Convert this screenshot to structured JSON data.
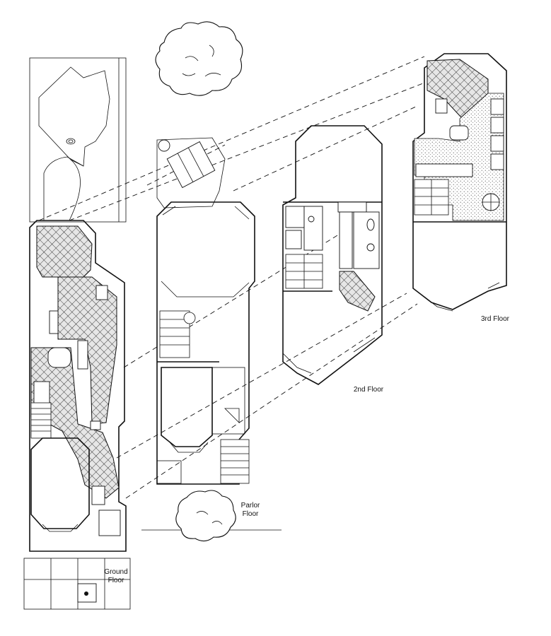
{
  "labels": {
    "ground_floor": [
      "Ground",
      "Floor"
    ],
    "parlor_floor": [
      "Parlor",
      "Floor"
    ],
    "second_floor": "2nd Floor",
    "third_floor": "3rd Floor"
  }
}
